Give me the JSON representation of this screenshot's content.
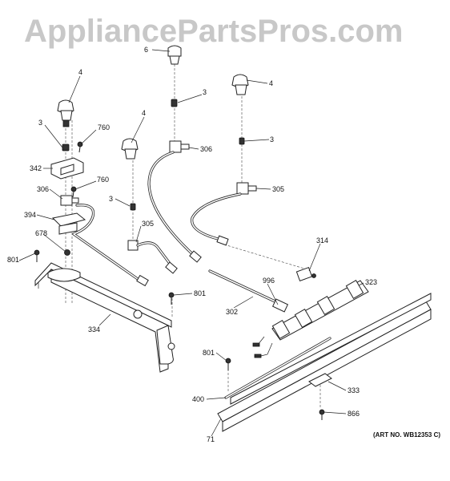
{
  "watermark": "AppliancePartsPros.com",
  "art_number": "(ART NO. WB12353 C)",
  "callouts": {
    "c6": "6",
    "c4_top_left": "4",
    "c3_upper_mid": "3",
    "c4_top_right": "4",
    "c4_mid": "4",
    "c3_left": "3",
    "c760_top": "760",
    "c306_mid": "306",
    "c3_right": "3",
    "c342": "342",
    "c760_low": "760",
    "c306_left": "306",
    "c305_right": "305",
    "c3_mid": "3",
    "c394": "394",
    "c305_mid": "305",
    "c678": "678",
    "c314": "314",
    "c801_left": "801",
    "c996": "996",
    "c323": "323",
    "c801_mid": "801",
    "c302": "302",
    "c334": "334",
    "c801_low": "801",
    "c333": "333",
    "c400": "400",
    "c866": "866",
    "c71": "71"
  }
}
